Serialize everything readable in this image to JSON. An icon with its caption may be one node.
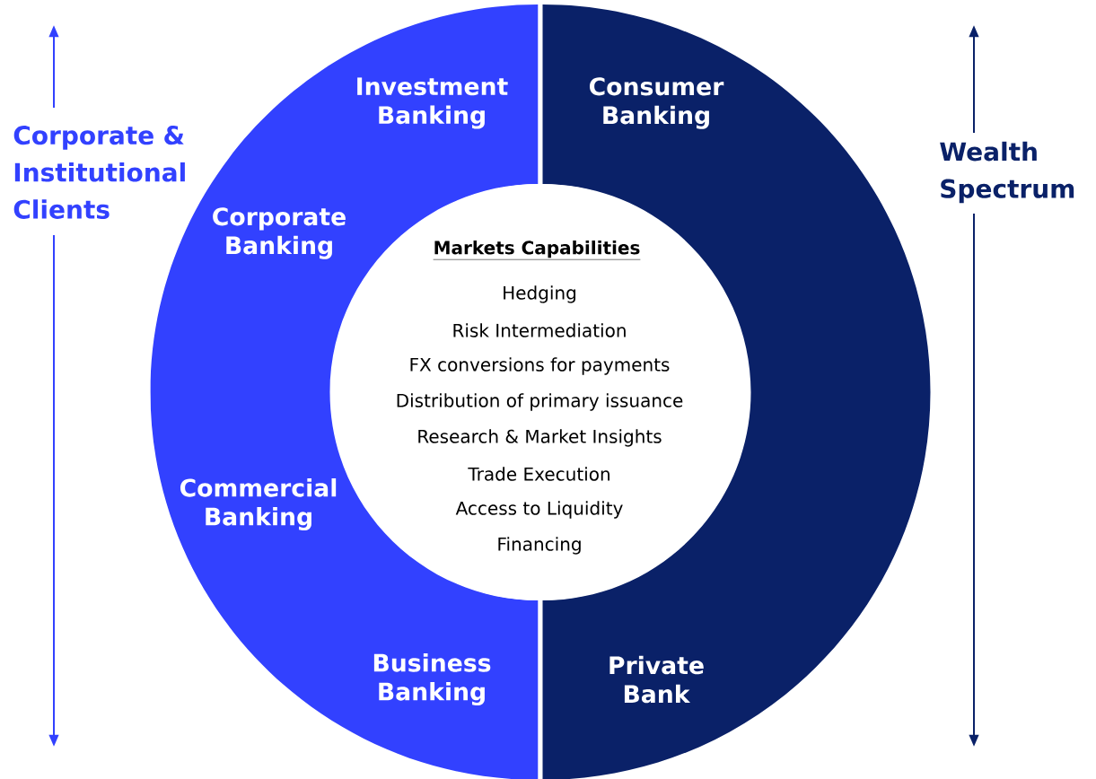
{
  "diagram": {
    "nodes": [
      {
        "text": [
          "Investment Banking",
          "Corporate Banking",
          "Commercial Banking",
          "Business Banking"
        ]
      },
      {
        "text": [
          "Consumer Banking",
          "Private Bank"
        ]
      },
      {
        "text": [
          "Markets Capabilities",
          "Hedging",
          "Risk Intermediation",
          "FX conversions for payments",
          "Distribution of primary issuance",
          "Research & Market Insights",
          "Trade Execution",
          "Access to Liquidity",
          "Financing"
        ]
      }
    ],
    "labels": [
      "Corporate & Institutional Clients",
      "Wealth Spectrum"
    ]
  }
}
